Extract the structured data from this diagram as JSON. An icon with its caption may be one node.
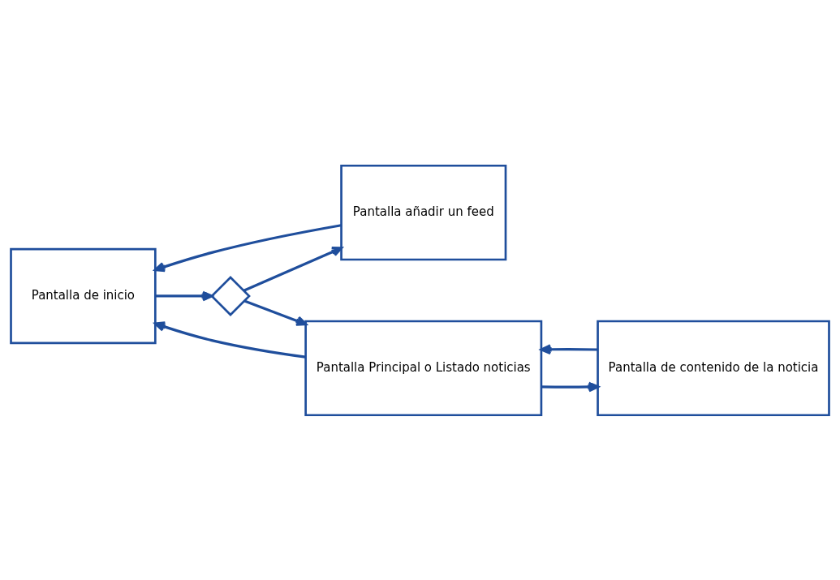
{
  "diagram": {
    "nodes": [
      {
        "text": [
          "Pantalla de inicio"
        ]
      },
      {
        "text": [],
        "shape": "diamond"
      },
      {
        "text": [
          "Pantalla añadir un feed"
        ]
      },
      {
        "text": [
          "Pantalla Principal o Listado noticias"
        ]
      },
      {
        "text": [
          "Pantalla de contenido de la noticia"
        ]
      }
    ],
    "edges": [
      {
        "from": 0,
        "to": 1,
        "arrow": "to"
      },
      {
        "from": 1,
        "to": 2,
        "arrow": "to"
      },
      {
        "from": 1,
        "to": 3,
        "arrow": "to"
      },
      {
        "from": 2,
        "to": 0,
        "arrow": "to"
      },
      {
        "from": 3,
        "to": 0,
        "arrow": "to"
      },
      {
        "from": 3,
        "to": 4,
        "arrow": "to"
      },
      {
        "from": 4,
        "to": 3,
        "arrow": "to"
      }
    ]
  }
}
